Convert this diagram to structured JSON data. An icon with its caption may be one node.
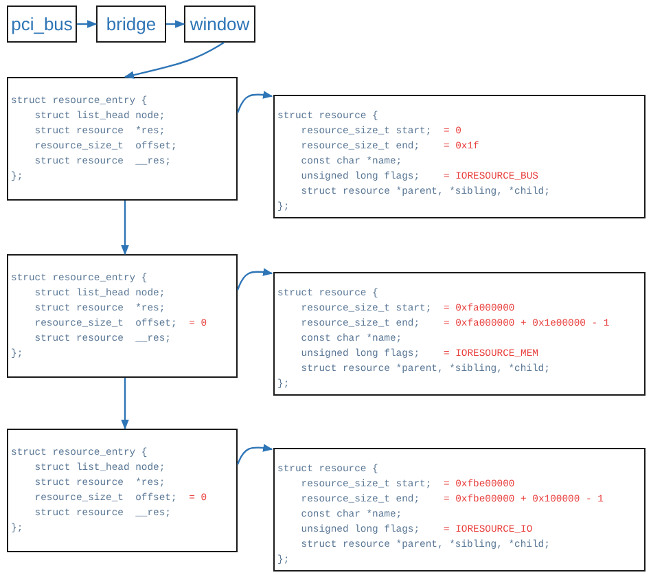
{
  "diagram": {
    "nodes": [
      {
        "text": [
          "pci_bus"
        ]
      },
      {
        "text": [
          "bridge"
        ]
      },
      {
        "text": [
          "window"
        ]
      },
      {
        "text": [
          "struct resource_entry {",
          "struct list_head node;",
          "struct resource  *res;",
          "resource_size_t  offset;",
          "struct resource  __res;",
          "};"
        ]
      },
      {
        "text": [
          "struct resource {",
          "resource_size_t start;",
          "= 0",
          "resource_size_t end;",
          "= 0x1f",
          "const char *name;",
          "unsigned long flags;",
          "= IORESOURCE_BUS",
          "struct resource *parent, *sibling, *child;",
          "};"
        ]
      },
      {
        "text": [
          "struct resource_entry {",
          "struct list_head node;",
          "struct resource  *res;",
          "resource_size_t  offset;",
          "= 0",
          "struct resource  __res;",
          "};"
        ]
      },
      {
        "text": [
          "struct resource {",
          "resource_size_t start;",
          "= 0xfa000000",
          "resource_size_t end;",
          "= 0xfa000000 + 0x1e00000 - 1",
          "const char *name;",
          "unsigned long flags;",
          "= IORESOURCE_MEM",
          "struct resource *parent, *sibling, *child;",
          "};"
        ]
      },
      {
        "text": [
          "struct resource_entry {",
          "struct list_head node;",
          "struct resource  *res;",
          "resource_size_t  offset;",
          "= 0",
          "struct resource  __res;",
          "};"
        ]
      },
      {
        "text": [
          "struct resource {",
          "resource_size_t start;",
          "= 0xfbe00000",
          "resource_size_t end;",
          "= 0xfbe00000 + 0x100000 - 1",
          "const char *name;",
          "unsigned long flags;",
          "= IORESOURCE_IO",
          "struct resource *parent, *sibling, *child;",
          "};"
        ]
      }
    ],
    "edges": [
      {
        "from": 0,
        "to": 1,
        "arrow": "to"
      },
      {
        "from": 1,
        "to": 2,
        "arrow": "to"
      },
      {
        "from": 2,
        "to": 3,
        "arrow": "to"
      },
      {
        "from": 3,
        "to": 4,
        "arrow": "to"
      },
      {
        "from": 3,
        "to": 5,
        "arrow": "to"
      },
      {
        "from": 5,
        "to": 6,
        "arrow": "to"
      },
      {
        "from": 5,
        "to": 7,
        "arrow": "to"
      },
      {
        "from": 7,
        "to": 8,
        "arrow": "to"
      }
    ]
  }
}
